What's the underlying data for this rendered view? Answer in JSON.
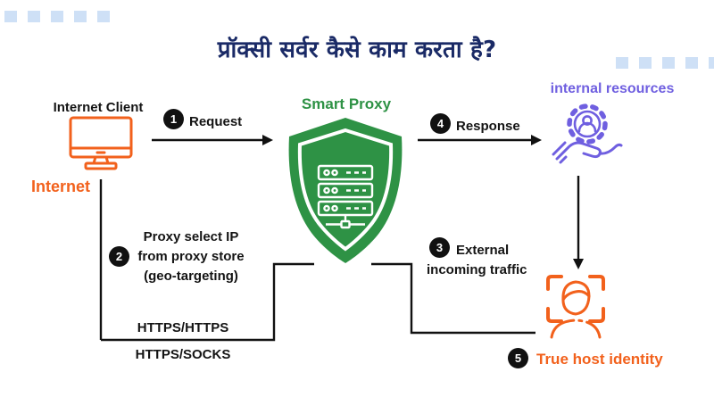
{
  "title": "प्रॉक्सी सर्वर कैसे काम करता है?",
  "nodes": {
    "client": {
      "label": "Internet Client",
      "network": "Internet"
    },
    "proxy": {
      "label": "Smart Proxy"
    },
    "resources": {
      "label": "internal resources"
    },
    "identity": {
      "label": "True host identity"
    }
  },
  "steps": {
    "request": {
      "num": "1",
      "label": "Request"
    },
    "select": {
      "num": "2",
      "lines": [
        "Proxy select IP",
        "from proxy store",
        "(geo-targeting)"
      ]
    },
    "external": {
      "num": "3",
      "lines": [
        "External",
        "incoming traffic"
      ]
    },
    "response": {
      "num": "4",
      "label": "Response"
    },
    "identity": {
      "num": "5"
    }
  },
  "protocols": {
    "primary": "HTTPS/HTTPS",
    "secondary": "HTTPS/SOCKS"
  },
  "colors": {
    "navy": "#1a2a66",
    "orange": "#f2611c",
    "green": "#2e9245",
    "purple": "#6f5fe0",
    "light_blue": "#cee0f6",
    "line_black": "#111111"
  }
}
